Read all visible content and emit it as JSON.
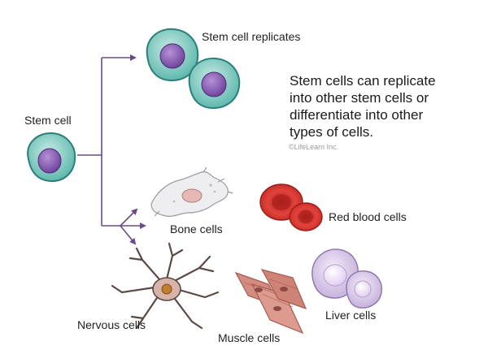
{
  "labels": {
    "stem_cell": "Stem cell",
    "stem_cell_replicates": "Stem cell replicates",
    "bone_cells": "Bone cells",
    "red_blood_cells": "Red blood cells",
    "nervous_cells": "Nervous cells",
    "muscle_cells": "Muscle cells",
    "liver_cells": "Liver cells"
  },
  "caption": {
    "line1": "Stem cells can replicate",
    "line2": "into other stem cells or",
    "line3": "differentiate into other",
    "line4": "types of cells."
  },
  "copyright": "©LifeLearn Inc.",
  "colors": {
    "arrow": "#6b4a8a",
    "stem_cytoplasm": "#6cc3b9",
    "stem_outline": "#2d7f79",
    "stem_nucleus": "#7b4fa6",
    "bone": "#e9e9ec",
    "bone_nucleus": "#e3b5b1",
    "rbc": "#d3302b",
    "rbc_dark": "#9c1a18",
    "nerve": "#5a4a46",
    "nerve_body": "#cfa9a0",
    "muscle": "#d58c80",
    "muscle_dark": "#a55a4f",
    "liver": "#d5c4e6",
    "liver_nucleus": "#eee4f6"
  }
}
